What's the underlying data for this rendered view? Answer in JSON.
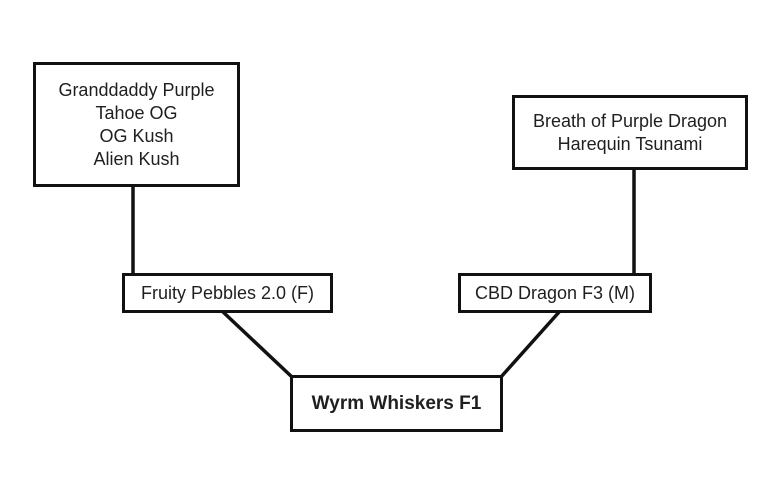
{
  "diagram": {
    "type": "pedigree-tree",
    "colors": {
      "box_border": "#111111",
      "box_background": "#ffffff",
      "text": "#1f1f1f",
      "connector": "#111111"
    },
    "nodes": {
      "left_ancestors": {
        "lines": [
          "Granddaddy Purple",
          "Tahoe OG",
          "OG Kush",
          "Alien Kush"
        ]
      },
      "right_ancestors": {
        "lines": [
          "Breath of Purple Dragon",
          "Harequin Tsunami"
        ]
      },
      "female_parent": {
        "label": "Fruity Pebbles 2.0 (F)"
      },
      "male_parent": {
        "label": "CBD Dragon F3 (M)"
      },
      "offspring": {
        "label": "Wyrm Whiskers F1"
      }
    }
  }
}
